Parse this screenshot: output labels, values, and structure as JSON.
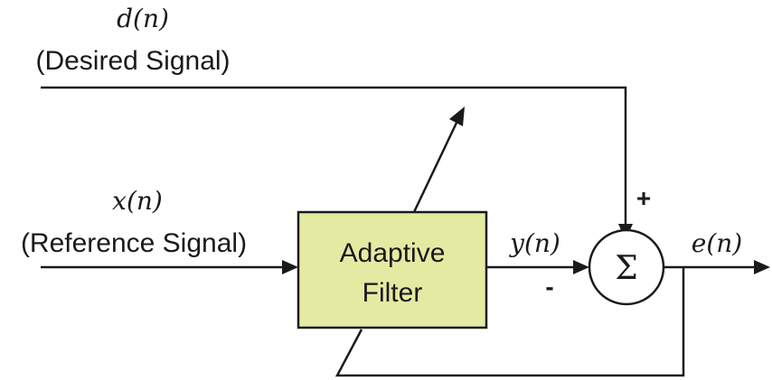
{
  "desired": {
    "symbol": "d(n)",
    "label": "(Desired Signal)"
  },
  "reference": {
    "symbol": "x(n)",
    "label": "(Reference Signal)"
  },
  "filter": {
    "line1": "Adaptive",
    "line2": "Filter",
    "fill_color": "#e5eaa3"
  },
  "output_symbol": "y(n)",
  "error_symbol": "e(n)",
  "summer": {
    "symbol": "Σ",
    "plus_sign": "+",
    "minus_sign": "-"
  }
}
